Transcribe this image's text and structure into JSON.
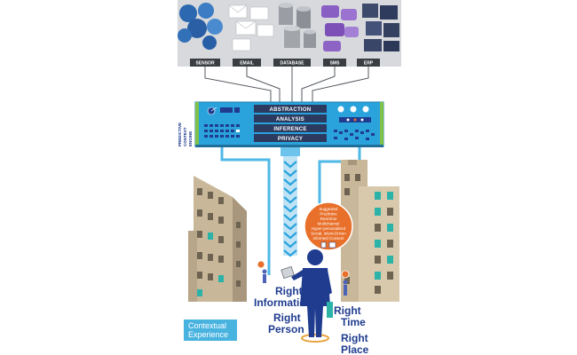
{
  "sources": [
    {
      "label": "SENSOR",
      "icon": "globe-icon"
    },
    {
      "label": "EMAIL",
      "icon": "envelope-icon"
    },
    {
      "label": "DATABASE",
      "icon": "database-icon"
    },
    {
      "label": "SMS",
      "icon": "chat-bubble-icon"
    },
    {
      "label": "ERP",
      "icon": "server-icon"
    }
  ],
  "engine": {
    "side_label": [
      "PREDICTIVE",
      "CONTEXT",
      "ENGINE"
    ],
    "layers": [
      "ABSTRACTION",
      "ANALYSIS",
      "INFERENCE",
      "PRIVACY"
    ]
  },
  "bubble": {
    "lines": [
      "Suggested",
      "Predictive",
      "Real-time",
      "Multichannel",
      "Hyper-personalized",
      "Social, Intent-Driven",
      "Informed Consent"
    ]
  },
  "labels": {
    "right_information": [
      "Right",
      "Information"
    ],
    "right_person": [
      "Right",
      "Person"
    ],
    "right_time": [
      "Right",
      "Time"
    ],
    "right_place": [
      "Right",
      "Place"
    ]
  },
  "contextual_experience": [
    "Contextual",
    "Experience"
  ],
  "colors": {
    "engine_blue": "#2aa3dc",
    "dark_blue": "#1f3c8f",
    "orange": "#e8702a",
    "building_tan": "#c9b79a",
    "teal_window": "#2bb3a8"
  }
}
